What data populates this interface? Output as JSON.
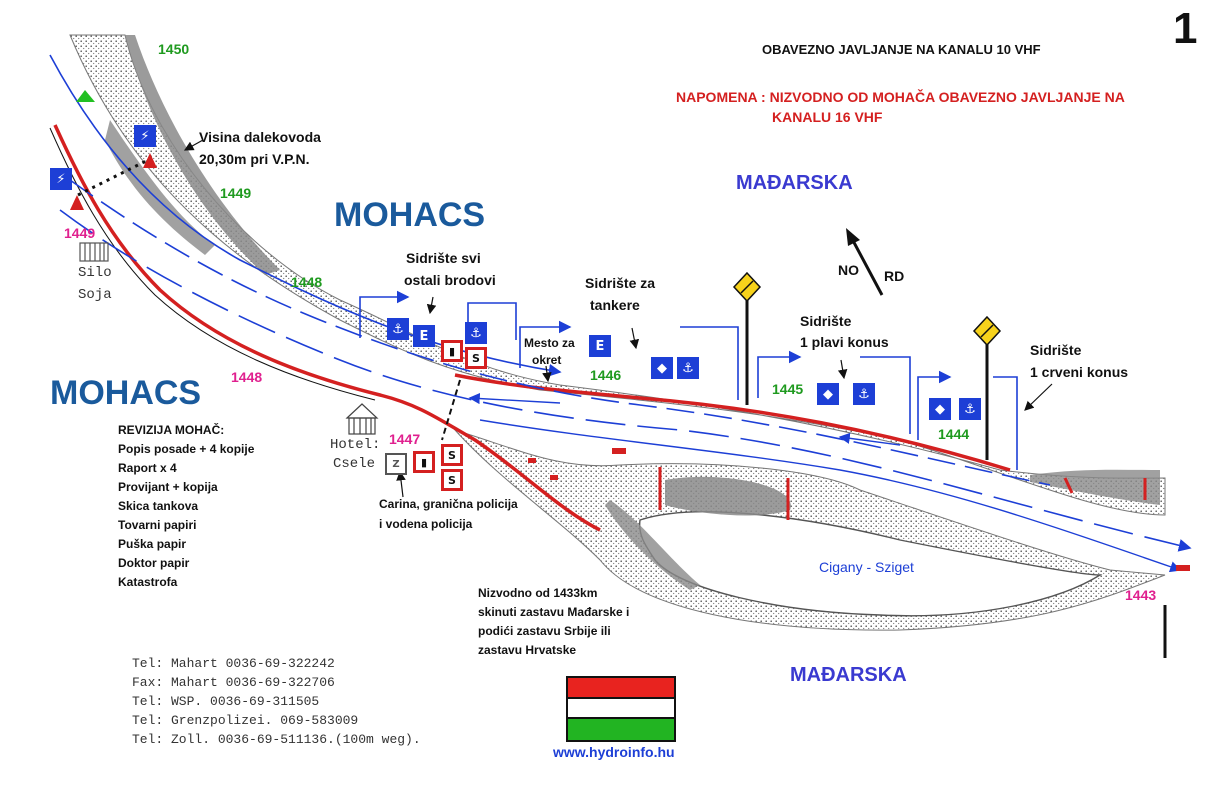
{
  "page_number": "1",
  "header": {
    "vhf_notice": "OBAVEZNO JAVLJANJE NA KANALU 10 VHF",
    "warning_line1": "NAPOMENA : NIZVODNO OD MOHAČA OBAVEZNO JAVLJANJE NA",
    "warning_line2": "KANALU 16 VHF"
  },
  "places": {
    "mohacs_upper": "MOHACS",
    "mohacs_left": "MOHACS",
    "madjarska_upper": "MAĐARSKA",
    "madjarska_lower": "MAĐARSKA",
    "island": "Cigany - Sziget",
    "silo_line1": "Silo",
    "silo_line2": "Soja",
    "hotel_line1": "Hotel:",
    "hotel_line2": "Csele"
  },
  "compass": {
    "left": "NO",
    "right": "RD"
  },
  "km_markers_green": {
    "k1450": "1450",
    "k1449": "1449",
    "k1448": "1448",
    "k1446": "1446",
    "k1445": "1445",
    "k1444": "1444"
  },
  "km_markers_pink": {
    "k1449": "1449",
    "k1448": "1448",
    "k1447": "1447",
    "k1443": "1443"
  },
  "annotations": {
    "powerline_line1": "Visina dalekovoda",
    "powerline_line2": "20,30m pri V.P.N.",
    "anchor_all_line1": "Sidrište svi",
    "anchor_all_line2": "ostali brodovi",
    "anchor_tankers_line1": "Sidrište za",
    "anchor_tankers_line2": "tankere",
    "turning_line1": "Mesto za",
    "turning_line2": "okret",
    "anchor_blue_line1": "Sidrište",
    "anchor_blue_line2": "1 plavi konus",
    "anchor_red_line1": "Sidrište",
    "anchor_red_line2": "1 crveni konus",
    "customs_line1": "Carina, granična policija",
    "customs_line2": "i vodena policija",
    "flag_note_line1": "Nizvodno od 1433km",
    "flag_note_line2": "skinuti zastavu Mađarske i",
    "flag_note_line3": "podići zastavu Srbije ili",
    "flag_note_line4": "zastavu Hrvatske"
  },
  "revision": {
    "title": "REVIZIJA MOHAČ:",
    "items": [
      "Popis posade + 4 kopije",
      "Raport x 4",
      "Provijant + kopija",
      "Skica tankova",
      "Tovarni papiri",
      "Puška papir",
      "Doktor papir",
      "Katastrofa"
    ]
  },
  "contacts": [
    "Tel: Mahart 0036-69-322242",
    "Fax: Mahart 0036-69-322706",
    "Tel: WSP. 0036-69-311505",
    "Tel: Grenzpolizei. 069-583009",
    "Tel: Zoll. 0036-69-511136.(100m weg)."
  ],
  "website": "www.hydroinfo.hu",
  "signs": {
    "anchor": "⚓",
    "e_letter": "E",
    "bar": "▮",
    "s_letter": "S",
    "z_letter": "Z",
    "powerline": "⚡",
    "diamond": "◆"
  },
  "colors": {
    "channel_blue": "#1d3fd6",
    "bank_red": "#d42020",
    "km_green": "#1f9a1f",
    "km_pink": "#e0208f",
    "title_blue": "#1a5a9c",
    "warning_red": "#d42020",
    "country_blue": "#3a3ad0",
    "flag_red": "#e8231f",
    "flag_white": "#ffffff",
    "flag_green": "#22b422"
  }
}
